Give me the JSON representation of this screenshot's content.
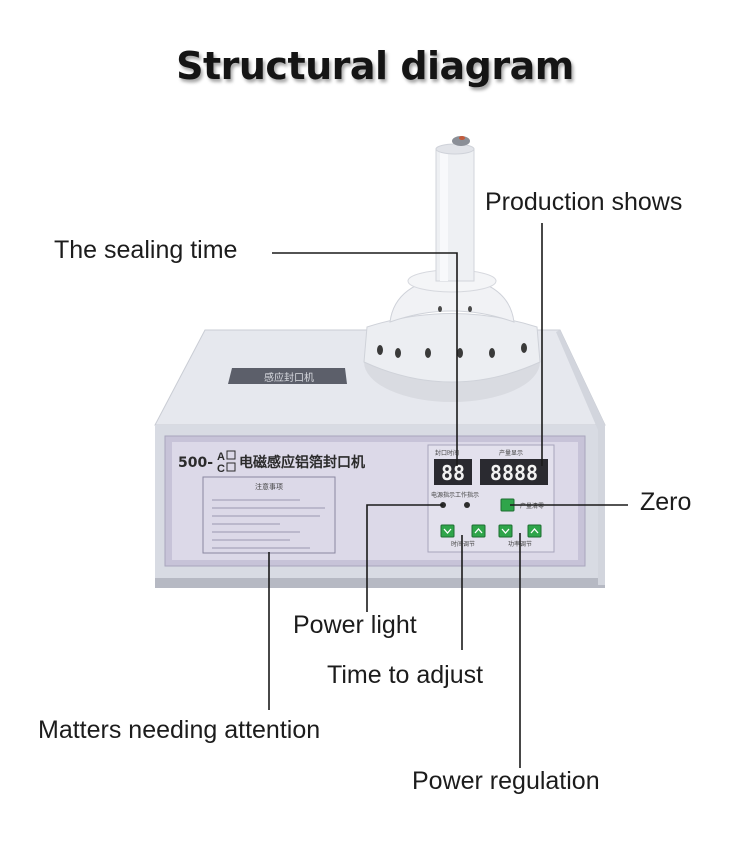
{
  "title": "Structural diagram",
  "labels": {
    "sealing_time": "The sealing time",
    "production_shows": "Production shows",
    "zero": "Zero",
    "power_light": "Power light",
    "time_to_adjust": "Time to adjust",
    "matters_needing_attention": "Matters needing attention",
    "power_regulation": "Power regulation"
  },
  "device": {
    "top_plate": "感应封口机",
    "model_prefix": "500-",
    "model_a": "A",
    "model_c": "C",
    "model_name": "电磁感应铝箔封口机",
    "notice_title": "注意事项",
    "display_left_caption": "封口时间",
    "display_right_caption": "产量显示",
    "display_left_value": "88",
    "display_right_value": "8888",
    "light_power_caption": "电源指示",
    "light_work_caption": "工作指示",
    "zero_caption": "产量清零",
    "time_btn_caption": "时间调节",
    "power_btn_caption": "功率调节"
  },
  "colors": {
    "panel_frame": "#e4e7ee",
    "panel_face": "#d9d6e6",
    "display_bg": "#2a2a30",
    "display_digit": "#f2f2f2",
    "button_green": "#2fa54a"
  }
}
